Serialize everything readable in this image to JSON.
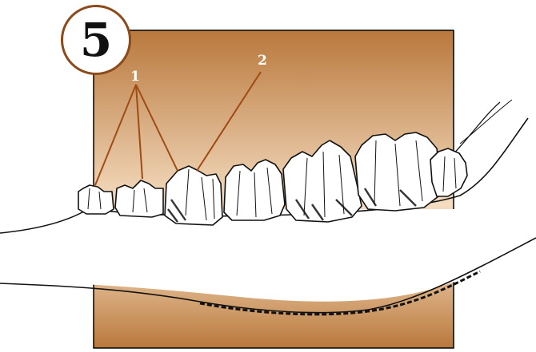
{
  "figure": {
    "number": "5",
    "callouts": [
      "1",
      "2"
    ]
  },
  "colors": {
    "background_top": "#b9783c",
    "background_bottom": "#f4dcc0",
    "leader_line": "#a04a14",
    "badge_border": "#8a4a1a",
    "ink": "#111111"
  }
}
